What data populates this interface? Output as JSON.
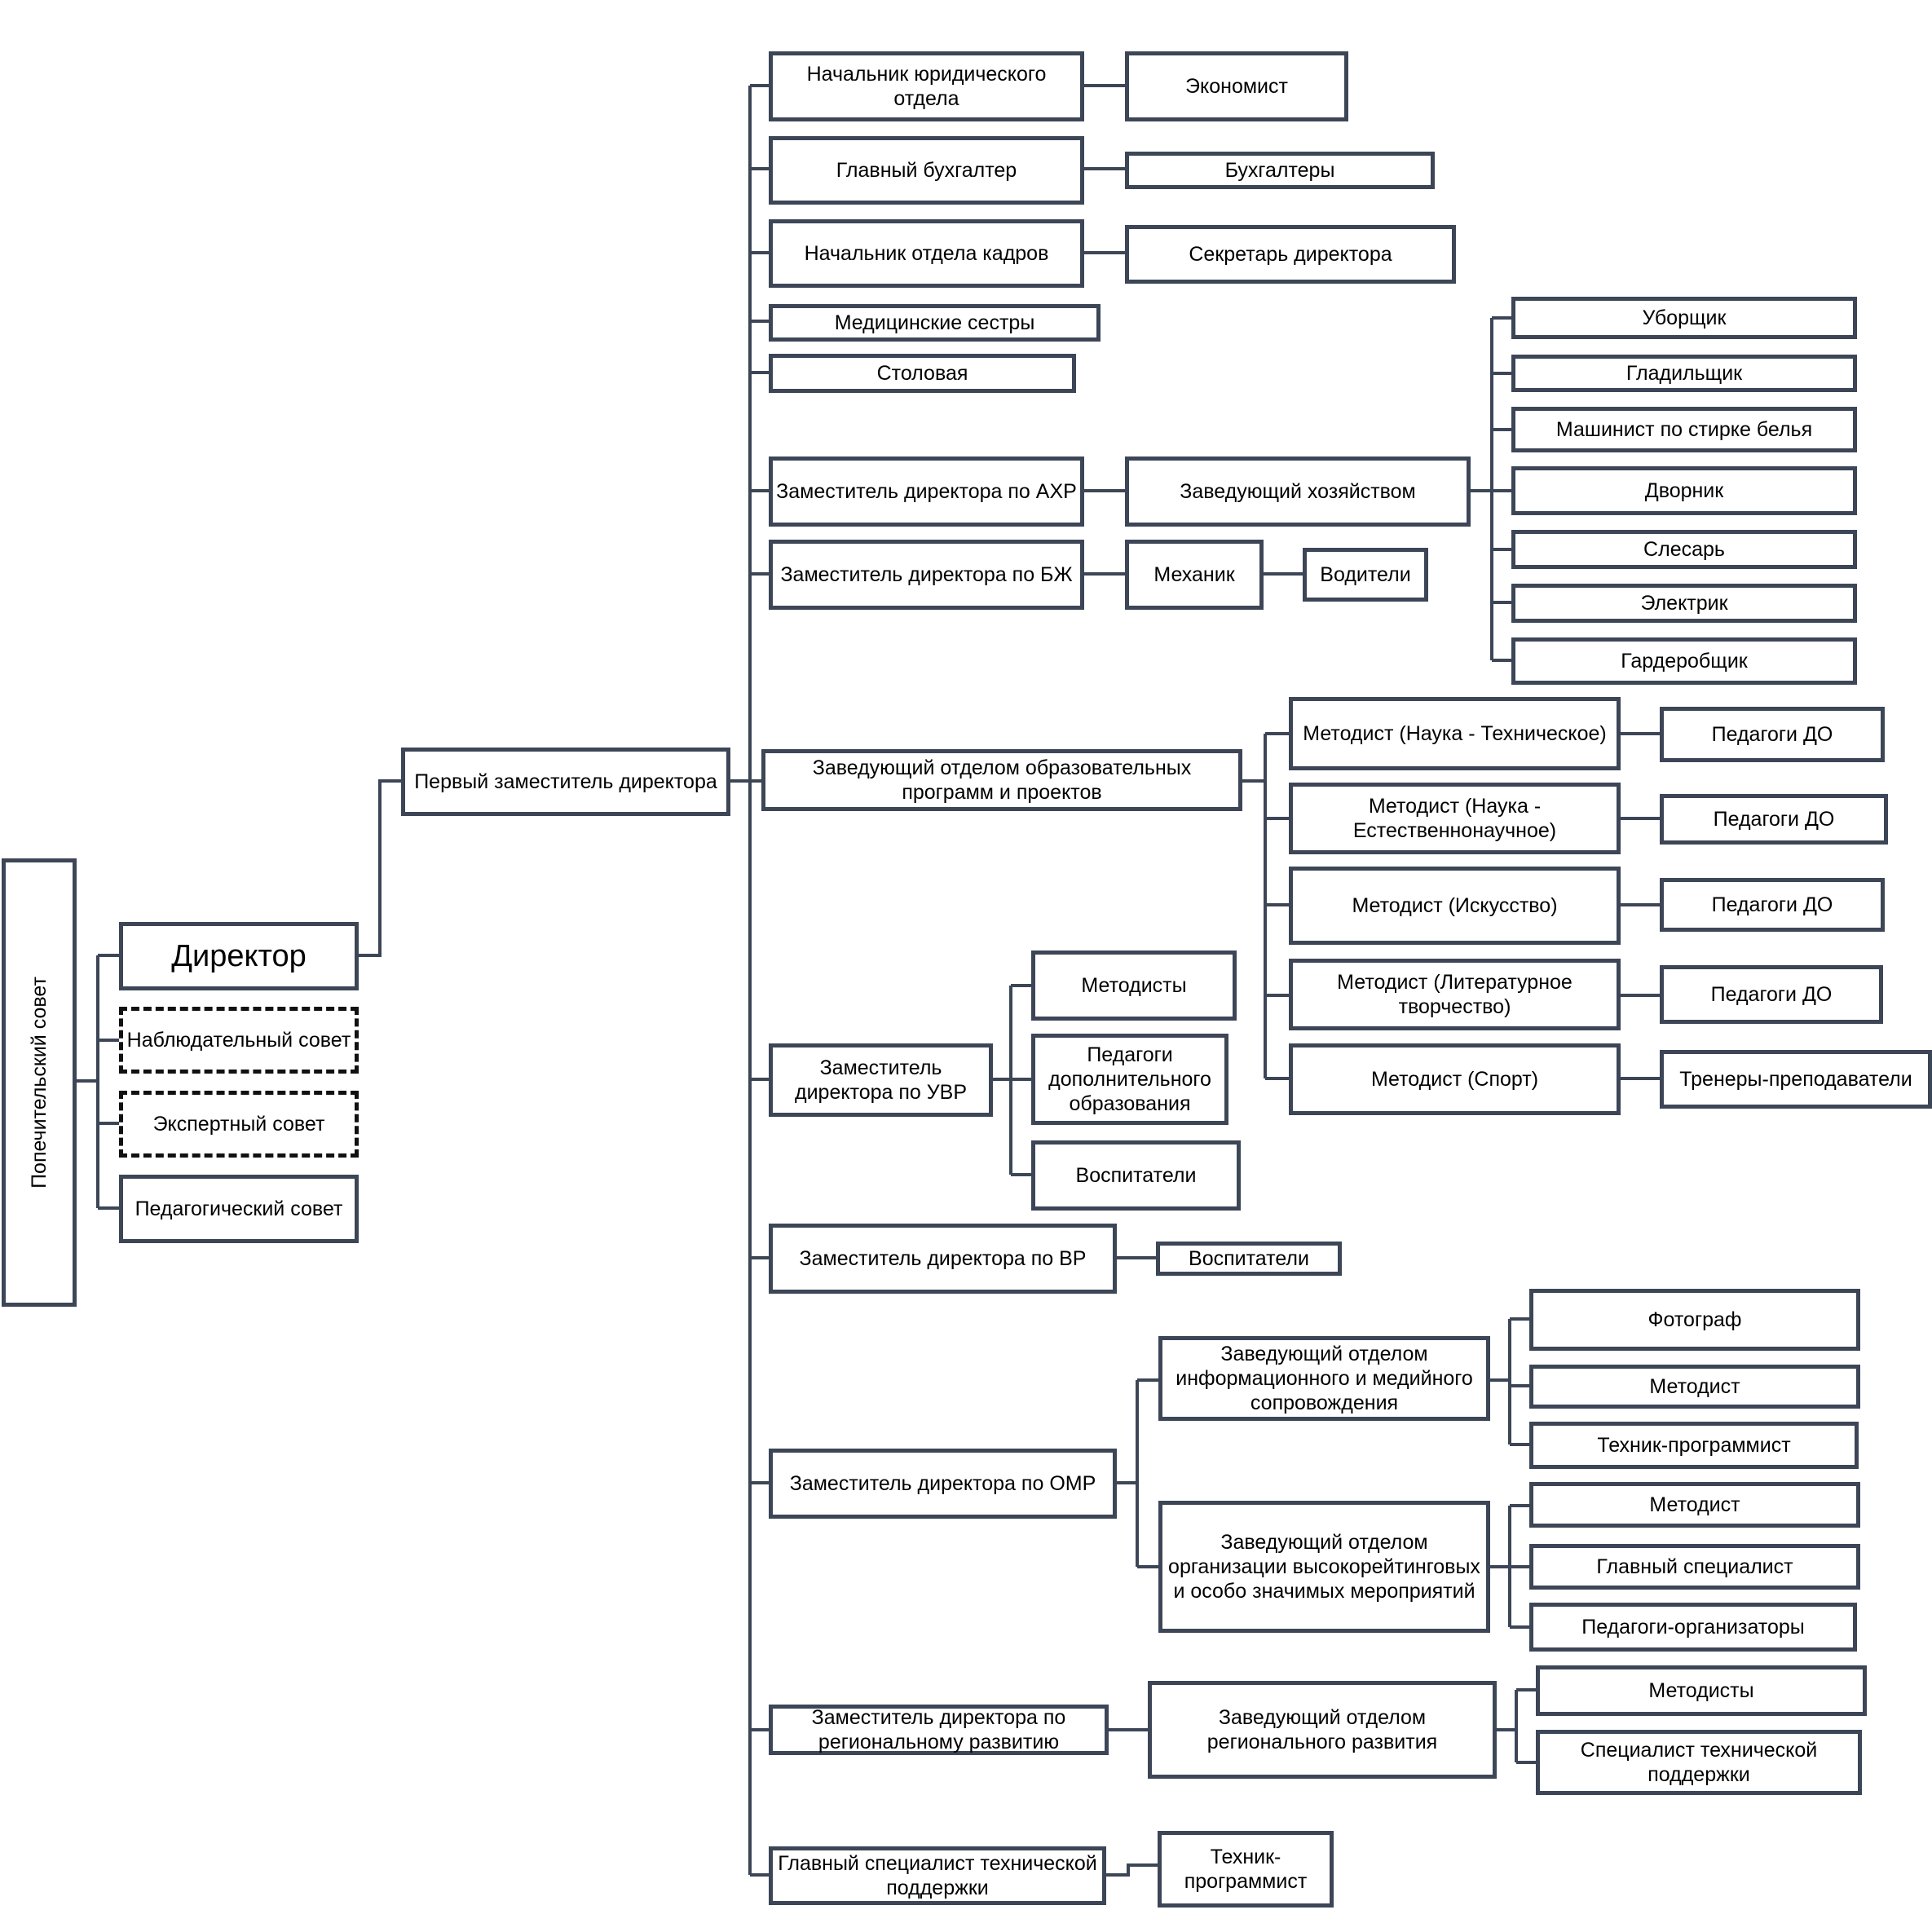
{
  "board": {
    "trustees": "Попечительский совет",
    "director": "Директор",
    "supervisory": "Наблюдательный совет",
    "expert": "Экспертный совет",
    "pedagogical": "Педагогический совет",
    "first_deputy": "Первый заместитель директора"
  },
  "admin": {
    "legal_head": "Начальник юридического отдела",
    "economist": "Экономист",
    "chief_accountant": "Главный бухгалтер",
    "accountants": "Бухгалтеры",
    "hr_head": "Начальник отдела кадров",
    "secretary": "Секретарь директора",
    "nurses": "Медицинские сестры",
    "canteen": "Столовая"
  },
  "household": {
    "deputy_ahr": "Заместитель директора по АХР",
    "manager": "Заведующий хозяйством",
    "staff": [
      "Уборщик",
      "Гладильщик",
      "Машинист по стирке белья",
      "Дворник",
      "Слесарь",
      "Электрик",
      "Гардеробщик"
    ]
  },
  "safety": {
    "deputy_bzh": "Заместитель директора по БЖ",
    "mechanic": "Механик",
    "drivers": "Водители"
  },
  "programs": {
    "head": "Заведующий отделом образовательных программ и проектов",
    "methodists": [
      {
        "name": "Методист (Наука - Техническое)",
        "sub": "Педагоги ДО"
      },
      {
        "name": "Методист (Наука - Естественнонаучное)",
        "sub": "Педагоги ДО"
      },
      {
        "name": "Методист (Искусство)",
        "sub": "Педагоги ДО"
      },
      {
        "name": "Методист (Литературное творчество)",
        "sub": "Педагоги ДО"
      },
      {
        "name": "Методист (Спорт)",
        "sub": "Тренеры-преподаватели"
      }
    ]
  },
  "uvr": {
    "deputy": "Заместитель директора по УВР",
    "methodists": "Методисты",
    "teachers": "Педагоги дополнительного образования",
    "educators": "Воспитатели"
  },
  "vr": {
    "deputy": "Заместитель директора по ВР",
    "educators": "Воспитатели"
  },
  "omr": {
    "deputy": "Заместитель директора по ОМР",
    "info_head": "Заведующий отделом информационного и медийного сопровождения",
    "info_staff": [
      "Фотограф",
      "Методист",
      "Техник-программист"
    ],
    "events_head": "Заведующий отделом организации высокорейтинговых и особо значимых мероприятий",
    "events_staff": [
      "Методист",
      "Главный специалист",
      "Педагоги-организаторы"
    ]
  },
  "regional": {
    "deputy": "Заместитель директора по региональному развитию",
    "head": "Заведующий отделом регионального развития",
    "staff": [
      "Методисты",
      "Специалист технической поддержки"
    ]
  },
  "tech": {
    "chief": "Главный специалист технической поддержки",
    "programmer": "Техник-программист"
  }
}
